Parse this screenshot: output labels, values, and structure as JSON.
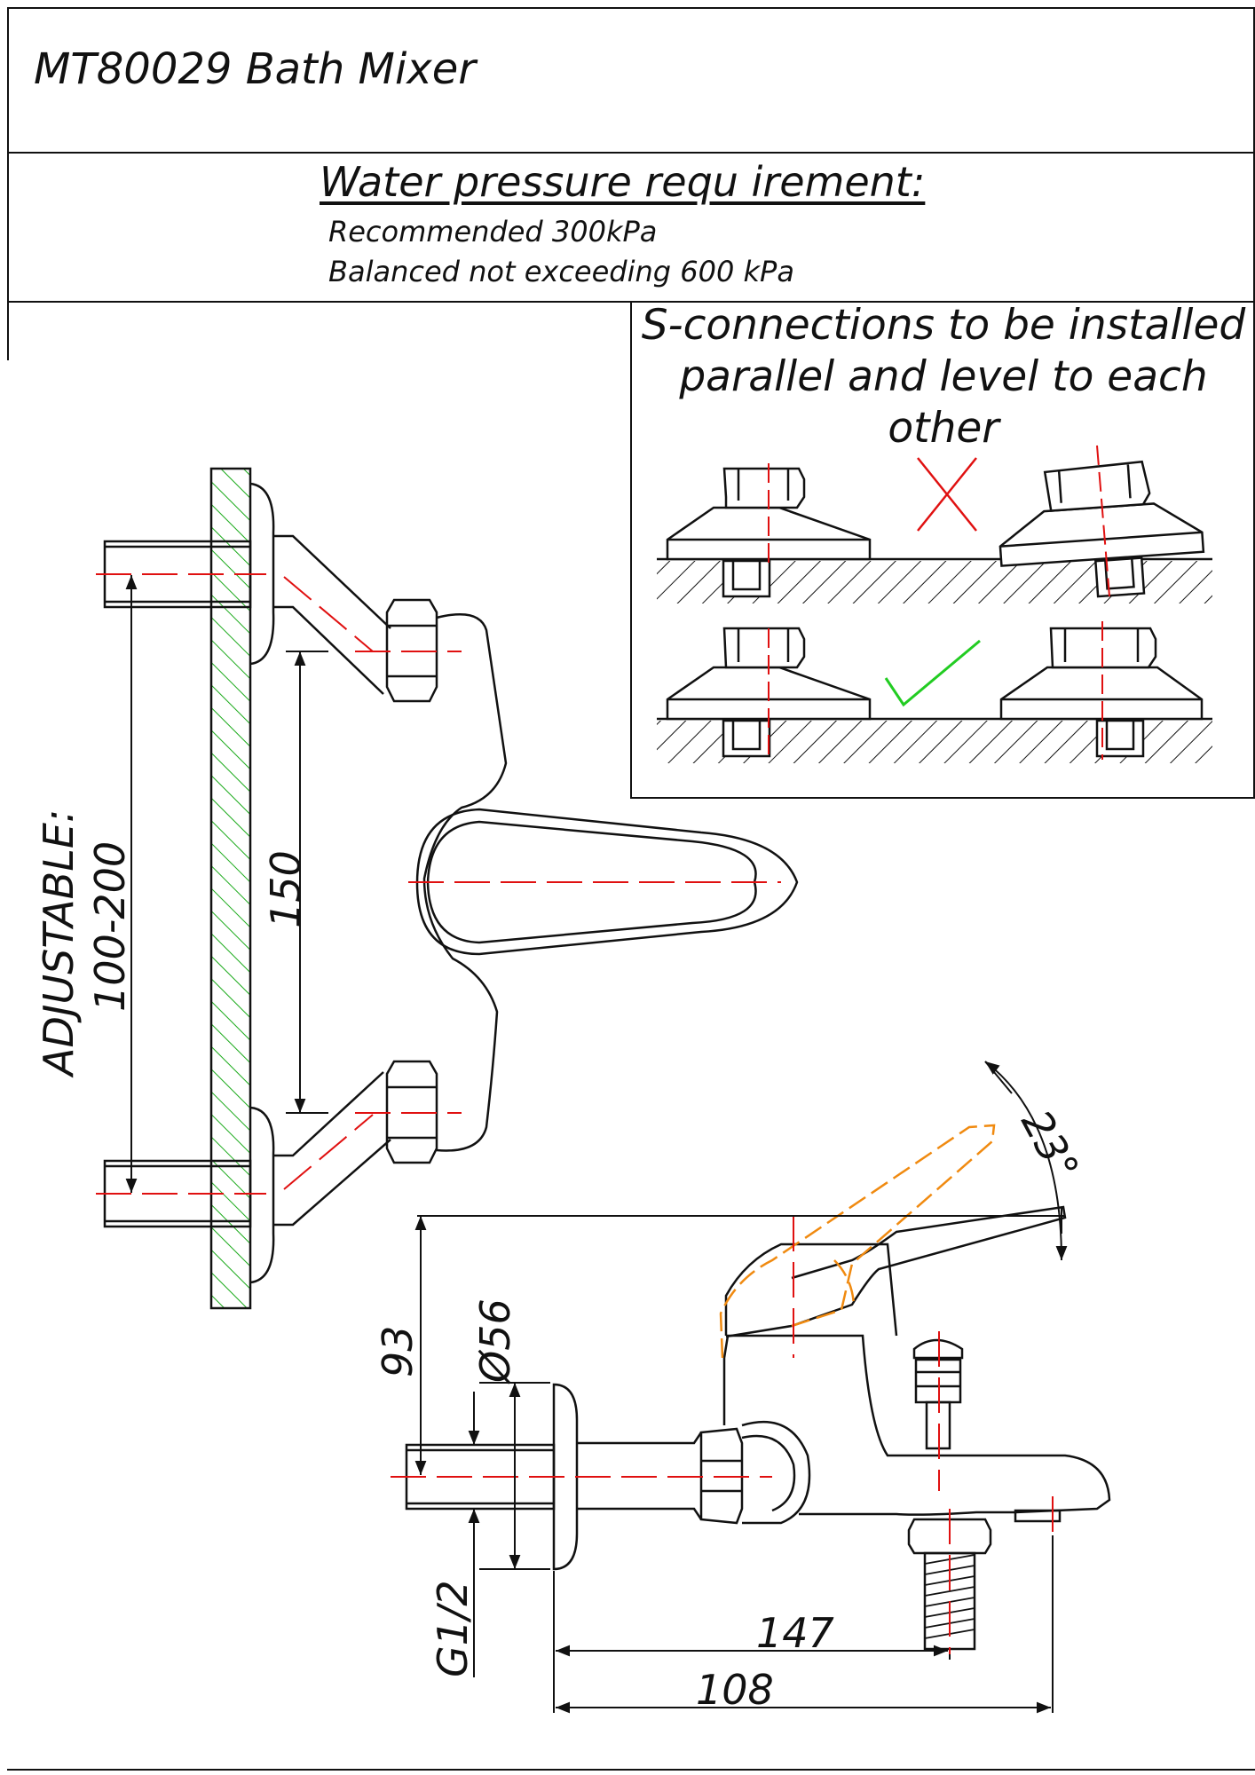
{
  "title": "MT80029 Bath Mixer",
  "pressure": {
    "heading": "Water pressure requ irement:",
    "line1": "Recommended 300kPa",
    "line2": "Balanced not exceeding 600 kPa"
  },
  "sconnection_note": "S-connections to be installed parallel and level to each other",
  "dimensions": {
    "adjustable_label": "ADJUSTABLE:",
    "adjustable_range": "100-200",
    "centres": "150",
    "lever_angle": "23°",
    "height": "93",
    "flange_diameter": "Ø56",
    "thread": "G1/2",
    "spout_length": "147",
    "outlet_offset": "108"
  },
  "colors": {
    "outline": "#111111",
    "centerline": "#e01010",
    "wall_hatch": "#1aaa1a",
    "tick_mark": "#22cc22",
    "lever_alt": "#f08a10"
  }
}
